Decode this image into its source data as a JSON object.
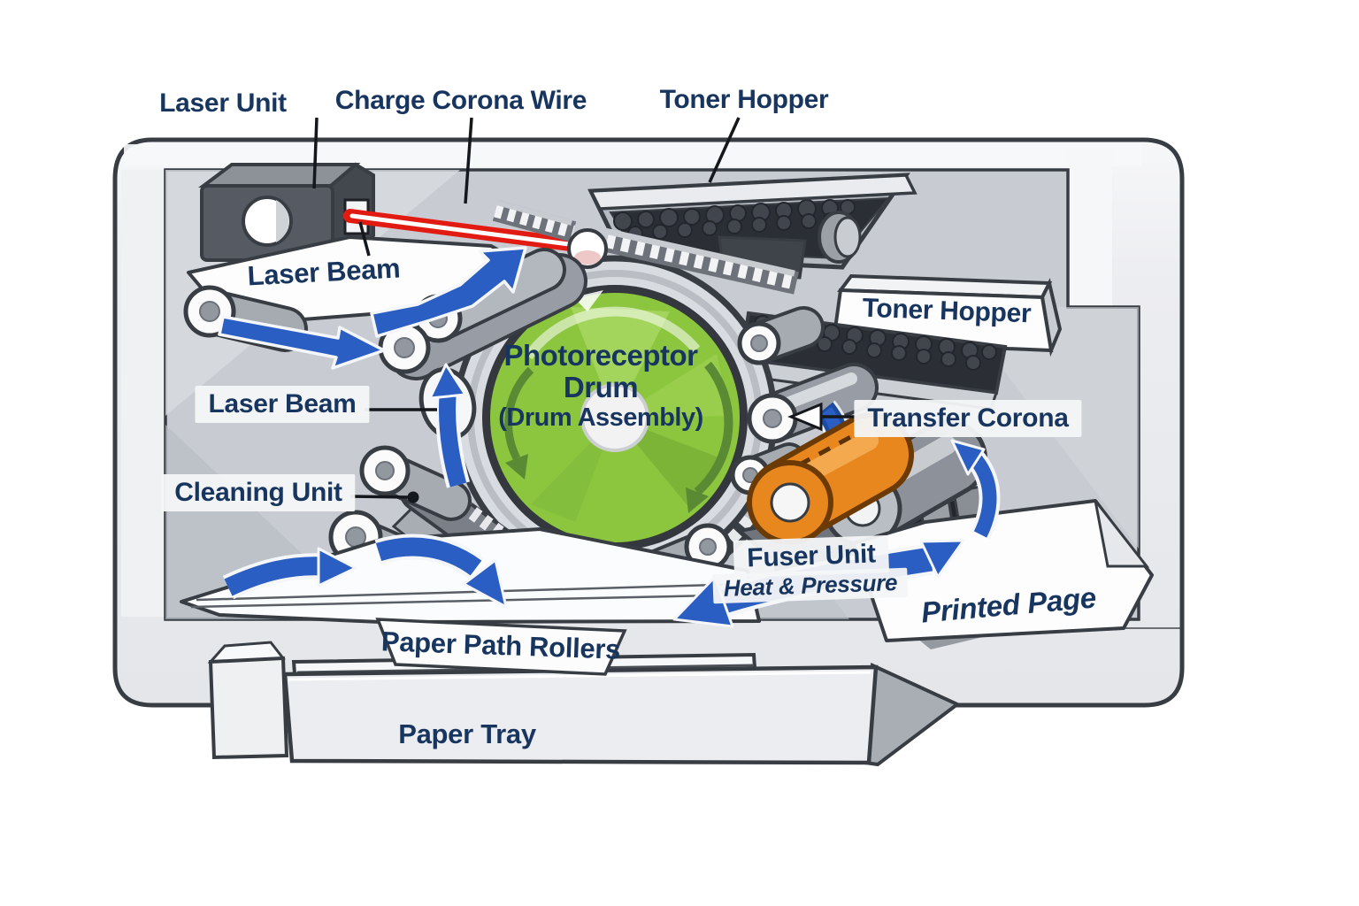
{
  "labels": {
    "laser_unit": "Laser Unit",
    "charge_corona_wire": "Charge Corona Wire",
    "toner_hopper_top": "Toner Hopper",
    "laser_beam_upper": "Laser Beam",
    "laser_beam_lower": "Laser Beam",
    "photoreceptor_drum": {
      "line1": "Photoreceptor",
      "line2": "Drum",
      "line3": "(Drum Assembly)"
    },
    "toner_hopper_side": "Toner Hopper",
    "transfer_corona": "Transfer Corona",
    "cleaning_unit": "Cleaning Unit",
    "fuser_unit": "Fuser Unit",
    "fuser_unit_sub": "Heat & Pressure",
    "printed_page": "Printed Page",
    "paper_path_rollers": "Paper Path Rollers",
    "paper_tray": "Paper Tray"
  },
  "colors": {
    "label_text": "#17355e",
    "arrow_blue": "#2a5ec2",
    "laser_red": "#e21b12",
    "drum_green": "#8cc63f",
    "fuser_orange": "#e8871e",
    "toner_dark": "#2b2f35",
    "body_gray": "#eaecef",
    "recess_gray": "#c8ccd2",
    "outline": "#383d44"
  }
}
